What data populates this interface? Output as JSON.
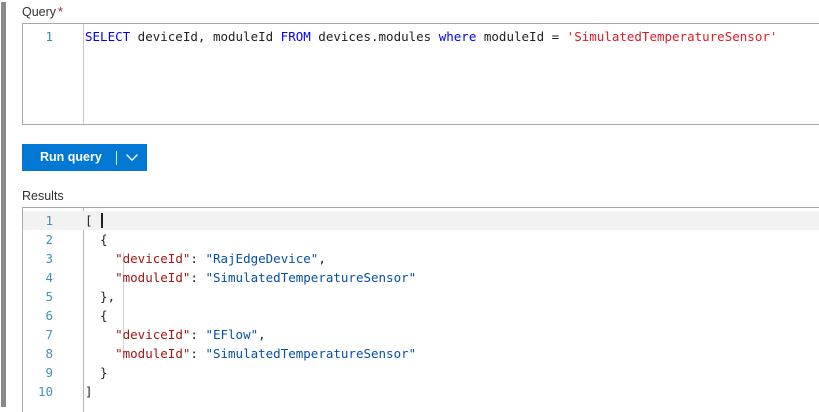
{
  "query_section": {
    "label": "Query",
    "required_marker": "*",
    "editor": {
      "line_number": "1",
      "tokens": [
        {
          "text": "SELECT",
          "type": "keyword"
        },
        {
          "text": " deviceId, moduleId ",
          "type": "plain"
        },
        {
          "text": "FROM",
          "type": "keyword"
        },
        {
          "text": " devices.modules ",
          "type": "plain"
        },
        {
          "text": "where",
          "type": "keyword"
        },
        {
          "text": " moduleId = ",
          "type": "plain"
        },
        {
          "text": "'SimulatedTemperatureSensor'",
          "type": "string"
        }
      ],
      "raw": "SELECT deviceId, moduleId FROM devices.modules where moduleId = 'SimulatedTemperatureSensor'"
    }
  },
  "toolbar": {
    "run_query_label": "Run query",
    "chevron_icon": "chevron-down-icon"
  },
  "results_section": {
    "label": "Results",
    "lines": [
      {
        "number": "1",
        "indent": 0,
        "active": true,
        "segments": [
          {
            "text": "[",
            "type": "punct"
          }
        ]
      },
      {
        "number": "2",
        "indent": 1,
        "active": false,
        "segments": [
          {
            "text": "  {",
            "type": "punct"
          }
        ]
      },
      {
        "number": "3",
        "indent": 2,
        "active": false,
        "segments": [
          {
            "text": "    ",
            "type": "punct"
          },
          {
            "text": "\"deviceId\"",
            "type": "key"
          },
          {
            "text": ": ",
            "type": "punct"
          },
          {
            "text": "\"RajEdgeDevice\"",
            "type": "value"
          },
          {
            "text": ",",
            "type": "punct"
          }
        ]
      },
      {
        "number": "4",
        "indent": 2,
        "active": false,
        "segments": [
          {
            "text": "    ",
            "type": "punct"
          },
          {
            "text": "\"moduleId\"",
            "type": "key"
          },
          {
            "text": ": ",
            "type": "punct"
          },
          {
            "text": "\"SimulatedTemperatureSensor\"",
            "type": "value"
          }
        ]
      },
      {
        "number": "5",
        "indent": 1,
        "active": false,
        "segments": [
          {
            "text": "  },",
            "type": "punct"
          }
        ]
      },
      {
        "number": "6",
        "indent": 1,
        "active": false,
        "segments": [
          {
            "text": "  {",
            "type": "punct"
          }
        ]
      },
      {
        "number": "7",
        "indent": 2,
        "active": false,
        "segments": [
          {
            "text": "    ",
            "type": "punct"
          },
          {
            "text": "\"deviceId\"",
            "type": "key"
          },
          {
            "text": ": ",
            "type": "punct"
          },
          {
            "text": "\"EFlow\"",
            "type": "value"
          },
          {
            "text": ",",
            "type": "punct"
          }
        ]
      },
      {
        "number": "8",
        "indent": 2,
        "active": false,
        "segments": [
          {
            "text": "    ",
            "type": "punct"
          },
          {
            "text": "\"moduleId\"",
            "type": "key"
          },
          {
            "text": ": ",
            "type": "punct"
          },
          {
            "text": "\"SimulatedTemperatureSensor\"",
            "type": "value"
          }
        ]
      },
      {
        "number": "9",
        "indent": 1,
        "active": false,
        "segments": [
          {
            "text": "  }",
            "type": "punct"
          }
        ]
      },
      {
        "number": "10",
        "indent": 0,
        "active": false,
        "segments": [
          {
            "text": "]",
            "type": "punct"
          }
        ]
      }
    ],
    "result_records": [
      {
        "deviceId": "RajEdgeDevice",
        "moduleId": "SimulatedTemperatureSensor"
      },
      {
        "deviceId": "EFlow",
        "moduleId": "SimulatedTemperatureSensor"
      }
    ]
  },
  "colors": {
    "accent": "#0078d4",
    "keyword": "#0000ff",
    "string": "#e01b24",
    "json_key": "#a31515",
    "json_value": "#0451a5",
    "line_number": "#2b91af",
    "required_marker": "#a4262c",
    "scrollbar_thumb": "#8a8a8a"
  }
}
